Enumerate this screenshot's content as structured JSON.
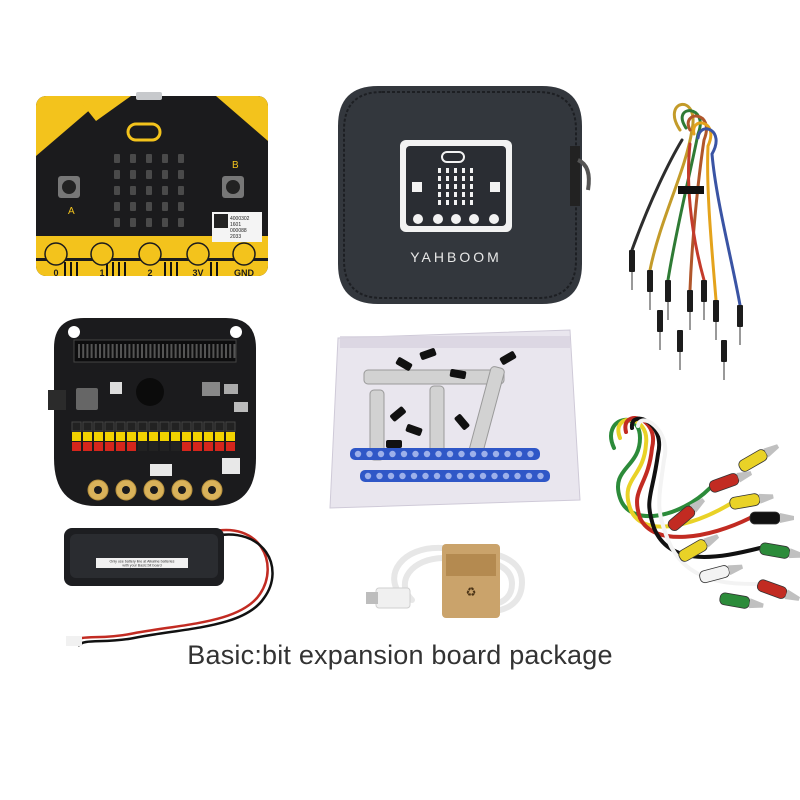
{
  "caption": "Basic:bit expansion board package",
  "microbit": {
    "button_a": "A",
    "button_b": "B",
    "pins": [
      "0",
      "1",
      "2",
      "3V",
      "GND"
    ],
    "sticker": [
      "4000302",
      "1601",
      "000088",
      "2033"
    ]
  },
  "case": {
    "brand": "YAHBOOM"
  },
  "battery_box": {
    "label_line1": "Only use battery line at Alkaline batteries",
    "label_line2": "with your Basic:bit board"
  },
  "colors": {
    "microbit_yellow": "#f3c31c",
    "board_black": "#1b1b1d",
    "case_gray": "#3b3f46",
    "pin_gold": "#d9b25a",
    "header_yellow": "#f2d200",
    "header_red": "#d5261c",
    "beam_blue": "#2f57c7"
  }
}
